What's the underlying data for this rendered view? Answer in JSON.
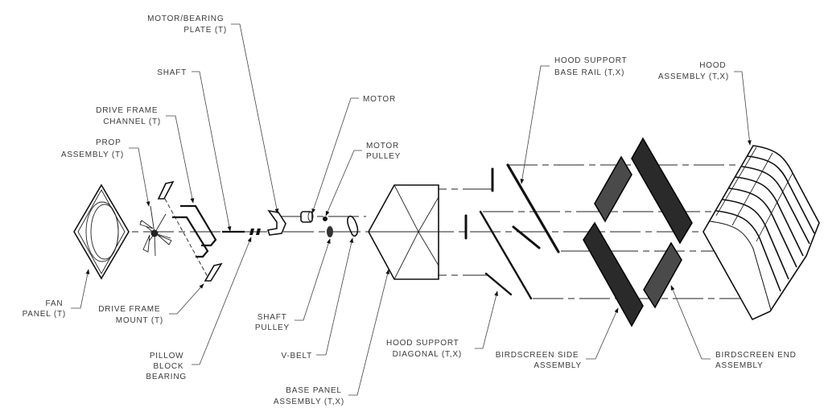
{
  "labels": {
    "motor_bearing_plate": [
      "MOTOR/BEARING",
      "PLATE (T)"
    ],
    "shaft": [
      "SHAFT"
    ],
    "drive_frame_channel": [
      "DRIVE FRAME",
      "CHANNEL (T)"
    ],
    "prop_assembly": [
      "PROP",
      "ASSEMBLY (T)"
    ],
    "motor": [
      "MOTOR"
    ],
    "motor_pulley": [
      "MOTOR",
      "PULLEY"
    ],
    "fan_panel": [
      "FAN",
      "PANEL (T)"
    ],
    "drive_frame_mount": [
      "DRIVE FRAME",
      "MOUNT (T)"
    ],
    "pillow_block_bearing": [
      "PILLOW",
      "BLOCK",
      "BEARING"
    ],
    "shaft_pulley": [
      "SHAFT",
      "PULLEY"
    ],
    "v_belt": [
      "V-BELT"
    ],
    "base_panel_assembly": [
      "BASE PANEL",
      "ASSEMBLY (T,X)"
    ],
    "hood_support_base_rail": [
      "HOOD SUPPORT",
      "BASE RAIL (T,X)"
    ],
    "hood_assembly": [
      "HOOD",
      "ASSEMBLY (T,X)"
    ],
    "hood_support_diagonal": [
      "HOOD SUPPORT",
      "DIAGONAL (T,X)"
    ],
    "birdscreen_side_assembly": [
      "BIRDSCREEN SIDE",
      "ASSEMBLY"
    ],
    "birdscreen_end_assembly": [
      "BIRDSCREEN END",
      "ASSEMBLY"
    ]
  }
}
